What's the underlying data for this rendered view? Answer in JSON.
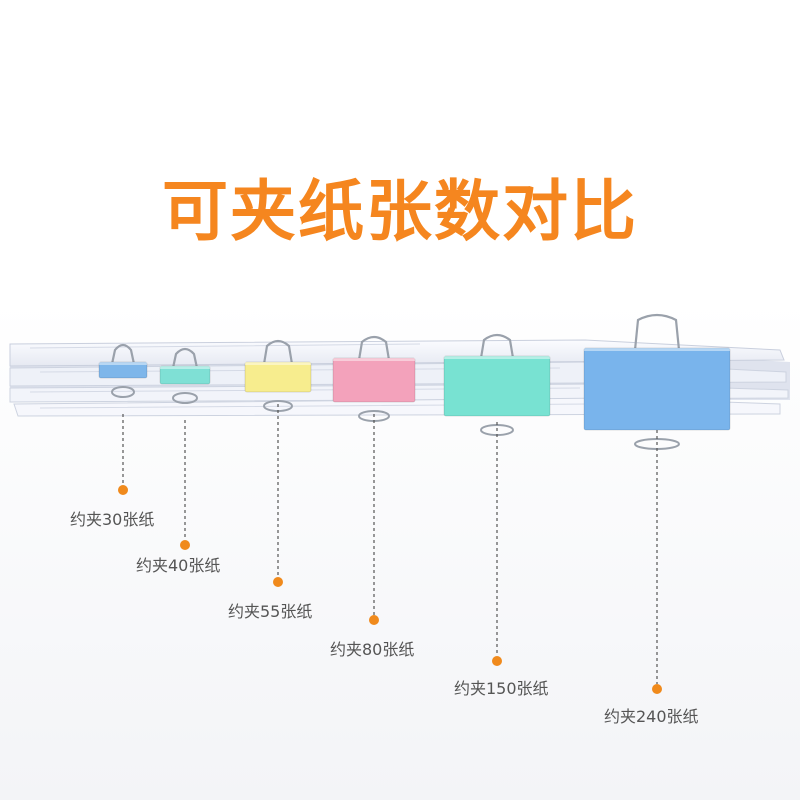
{
  "title": "可夹纸张数对比",
  "colors": {
    "title": "#f5861f",
    "dot": "#f08a1c",
    "leader_line": "#555555",
    "paper": "#f4f6fb"
  },
  "clips": [
    {
      "label": "约夹30张纸",
      "color": "#7eb6ea"
    },
    {
      "label": "约夹40张纸",
      "color": "#7fe0d5"
    },
    {
      "label": "约夹55张纸",
      "color": "#f7ed8e"
    },
    {
      "label": "约夹80张纸",
      "color": "#f3a2bb"
    },
    {
      "label": "约夹150张纸",
      "color": "#78e2d2"
    },
    {
      "label": "约夹240张纸",
      "color": "#79b4ec"
    }
  ]
}
